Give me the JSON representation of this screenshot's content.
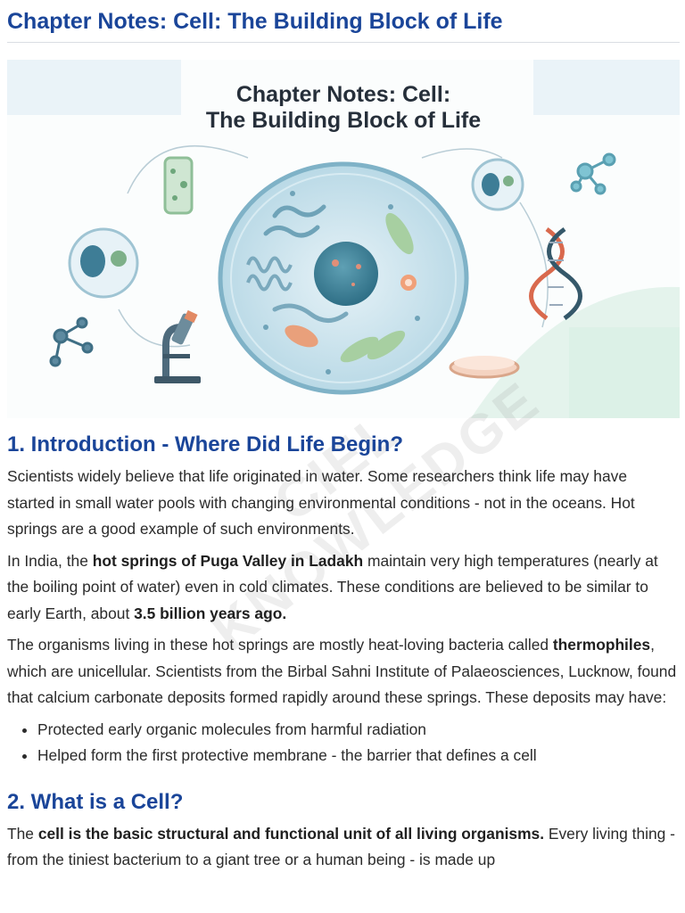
{
  "page_title": "Chapter Notes: Cell: The Building Block of Life",
  "hero": {
    "title_line1": "Chapter Notes: Cell:",
    "title_line2": "The Building Block of Life"
  },
  "watermark": "CIEL KNOWLEDGE",
  "section1": {
    "heading": "1. Introduction - Where Did Life Begin?",
    "p1": "Scientists widely believe that life originated in water. Some researchers think life may have started in small water pools with changing environmental conditions - not in the oceans. Hot springs are a good example of such environments.",
    "p2": {
      "t1": "In India, the ",
      "b1": "hot springs of Puga Valley in Ladakh",
      "t2": " maintain very high temperatures (nearly at the boiling point of water) even in cold climates. These conditions are believed to be similar to early Earth, about ",
      "b2": "3.5 billion years ago."
    },
    "p3": {
      "t1": "The organisms living in these hot springs are mostly heat-loving bacteria called ",
      "b1": "thermophiles",
      "t2": ", which are unicellular. Scientists from the Birbal Sahni Institute of Palaeosciences, Lucknow, found that calcium carbonate deposits formed rapidly around these springs. These deposits may have:"
    },
    "bullets": [
      "Protected early organic molecules from harmful radiation",
      "Helped form the first protective membrane - the barrier that defines a cell"
    ]
  },
  "section2": {
    "heading": "2. What is a Cell?",
    "p1": {
      "t1": "The ",
      "b1": "cell is the basic structural and functional unit of all living organisms.",
      "t2": " Every living thing - from the tiniest bacterium to a giant tree or a human being - is made up"
    }
  }
}
